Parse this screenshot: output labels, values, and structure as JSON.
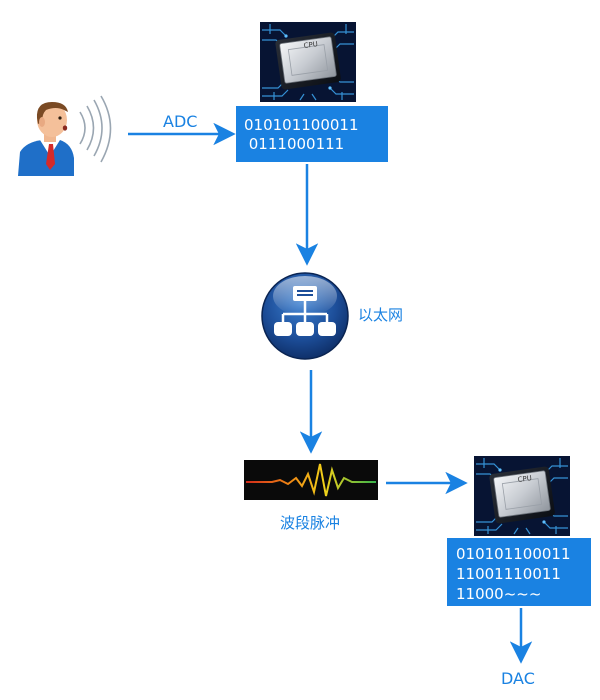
{
  "colors": {
    "accent": "#1a82e2",
    "box_bg": "#1a82e2",
    "box_text": "#ffffff",
    "arrow": "#1a82e2",
    "chip_bg": "#0a1840",
    "chip_trace": "#3aa0e8",
    "network_globe": "#1c4d98"
  },
  "speaker": {
    "icon": "person-speaking-icon"
  },
  "adc": {
    "label": "ADC"
  },
  "cpu_top": {
    "chip_label": "CPU",
    "icon": "cpu-chip-icon",
    "binary_lines": [
      "010101100011",
      " 0111000111"
    ]
  },
  "ethernet": {
    "label": "以太网",
    "icon": "network-hierarchy-icon"
  },
  "pulse": {
    "label": "波段脉冲",
    "icon": "waveform-pulse-icon"
  },
  "cpu_bottom": {
    "chip_label": "CPU",
    "icon": "cpu-chip-icon",
    "binary_lines": [
      "010101100011",
      "11001110011",
      "11000~~~"
    ]
  },
  "dac": {
    "label": "DAC"
  }
}
